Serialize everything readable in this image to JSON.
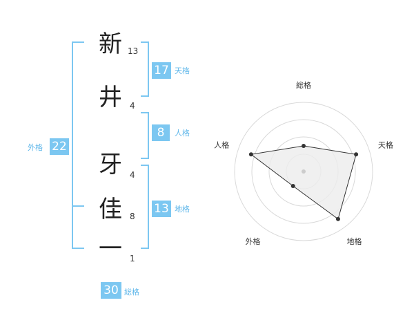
{
  "name": {
    "chars": [
      "新",
      "井",
      "牙",
      "佳",
      "一"
    ],
    "strokes": [
      "13",
      "4",
      "4",
      "8",
      "1"
    ]
  },
  "fortunes": {
    "tenkaku": {
      "value": "17",
      "label": "天格"
    },
    "jinkaku": {
      "value": "8",
      "label": "人格"
    },
    "chikaku": {
      "value": "13",
      "label": "地格"
    },
    "gaikaku": {
      "value": "22",
      "label": "外格"
    },
    "soukaku": {
      "value": "30",
      "label": "総格"
    }
  },
  "chart_data": {
    "type": "radar",
    "axes": [
      "総格",
      "天格",
      "地格",
      "外格",
      "人格"
    ],
    "values": [
      0.37,
      0.8,
      0.85,
      0.26,
      0.8
    ],
    "rings": 4,
    "colors": {
      "grid": "#d9d9d9",
      "fill": "#ececec",
      "line": "#333333",
      "point": "#333333",
      "center": "#cccccc"
    }
  }
}
